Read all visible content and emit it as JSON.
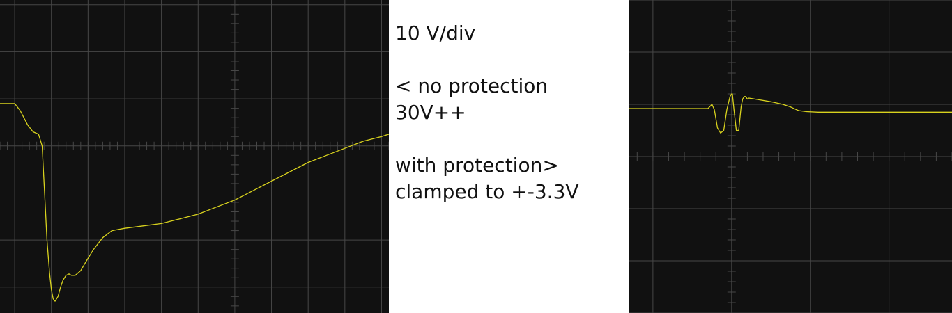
{
  "colors": {
    "screen_background": "#111111",
    "grid": "#474747",
    "trace": "#d8d21e",
    "annotation_text": "#111111"
  },
  "annotation": {
    "scale": "10 V/div",
    "left_label_1": "< no protection",
    "left_label_2": "30V++",
    "right_label_1": "with protection>",
    "right_label_2": "clamped to +-3.3V"
  },
  "chart_data": [
    {
      "type": "line",
      "panel": "left",
      "xlabel": "",
      "ylabel": "",
      "xlim": [
        -6.4,
        4.2
      ],
      "ylim": [
        -3.55,
        3.1
      ],
      "grid": true,
      "series": [
        {
          "x": [
            -6.4,
            -6.0,
            -5.85,
            -5.65,
            -5.5,
            -5.35,
            -5.25,
            -5.17,
            -5.12,
            -5.05,
            -5.0,
            -4.95,
            -4.9,
            -4.82,
            -4.75,
            -4.68,
            -4.6,
            -4.52,
            -4.45,
            -4.35,
            -4.2,
            -4.05,
            -3.85,
            -3.6,
            -3.35,
            -3.0,
            -2.5,
            -2.0,
            -1.5,
            -1.0,
            -0.5,
            0.0,
            0.5,
            1.0,
            1.5,
            2.0,
            2.5,
            3.0,
            3.5,
            4.0,
            4.2
          ],
          "y": [
            0.9,
            0.9,
            0.75,
            0.45,
            0.3,
            0.25,
            0.0,
            -1.2,
            -2.0,
            -2.7,
            -3.05,
            -3.25,
            -3.3,
            -3.2,
            -3.0,
            -2.85,
            -2.75,
            -2.72,
            -2.75,
            -2.75,
            -2.65,
            -2.45,
            -2.2,
            -1.95,
            -1.8,
            -1.75,
            -1.7,
            -1.65,
            -1.55,
            -1.45,
            -1.3,
            -1.15,
            -0.95,
            -0.75,
            -0.55,
            -0.35,
            -0.2,
            -0.05,
            0.1,
            0.2,
            0.25
          ]
        }
      ]
    },
    {
      "type": "line",
      "panel": "right",
      "xlabel": "",
      "ylabel": "",
      "xlim": [
        -1.3,
        2.8
      ],
      "ylim": [
        -3.0,
        3.0
      ],
      "grid": true,
      "series": [
        {
          "x": [
            -1.3,
            -0.3,
            -0.25,
            -0.22,
            -0.18,
            -0.14,
            -0.1,
            -0.06,
            -0.02,
            0.0,
            0.01,
            0.03,
            0.06,
            0.09,
            0.12,
            0.14,
            0.16,
            0.18,
            0.2,
            0.22,
            0.3,
            0.5,
            0.65,
            0.75,
            0.85,
            0.95,
            1.1,
            1.3,
            1.7,
            2.2,
            2.8
          ],
          "y": [
            0.92,
            0.92,
            1.0,
            0.9,
            0.55,
            0.45,
            0.5,
            0.9,
            1.15,
            1.2,
            1.2,
            0.9,
            0.5,
            0.5,
            0.95,
            1.1,
            1.15,
            1.15,
            1.1,
            1.12,
            1.1,
            1.05,
            1.0,
            0.95,
            0.88,
            0.86,
            0.85,
            0.85,
            0.85,
            0.85,
            0.85
          ]
        }
      ]
    }
  ]
}
